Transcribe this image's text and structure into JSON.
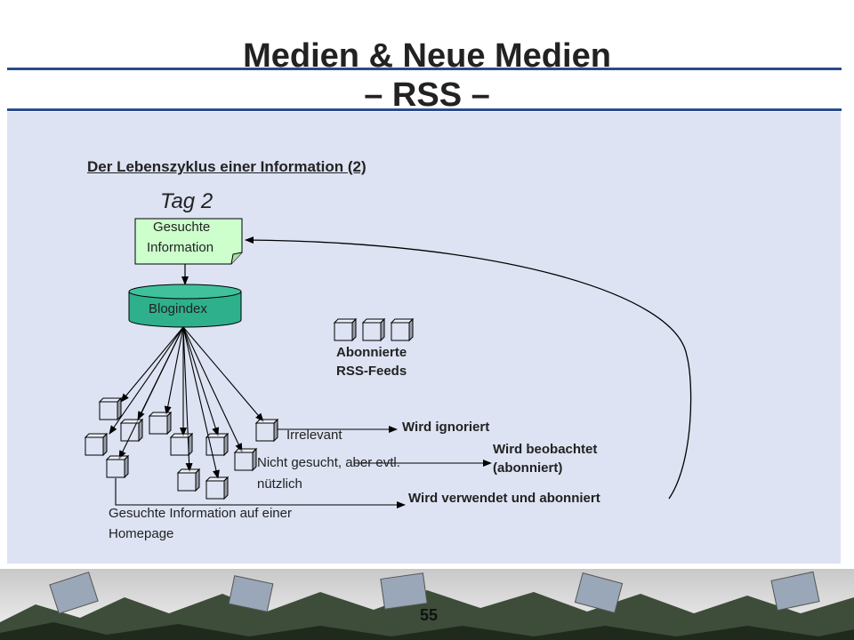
{
  "slide": {
    "title_line1": "Medien & Neue Medien",
    "title_line2": "– RSS –",
    "subtitle": "Der Lebenszyklus einer Information (2)",
    "page_number": "55"
  },
  "diagram": {
    "day_label": "Tag 2",
    "doc_label_line1": "Gesuchte",
    "doc_label_line2": "Information",
    "db_label": "Blogindex",
    "feeds_line1": "Abonnierte",
    "feeds_line2": "RSS-Feeds",
    "irrelevant": "Irrelevant",
    "maybe_line1": "Nicht gesucht, aber evtl.",
    "maybe_line2": "nützlich",
    "found_line1": "Gesuchte Information auf einer",
    "found_line2": "Homepage",
    "ignored": "Wird ignoriert",
    "watched_line1": "Wird beobachtet",
    "watched_line2": "(abonniert)",
    "used": "Wird verwendet und abonniert"
  },
  "colors": {
    "relevant_red": "#e8000a",
    "maybe_yellow": "#ffff00",
    "found_green": "#22dd22",
    "document_fill": "#ccffcc",
    "database_fill": "#2eb08c",
    "panel": "#dde3f3",
    "rule": "#2b4b8c"
  }
}
